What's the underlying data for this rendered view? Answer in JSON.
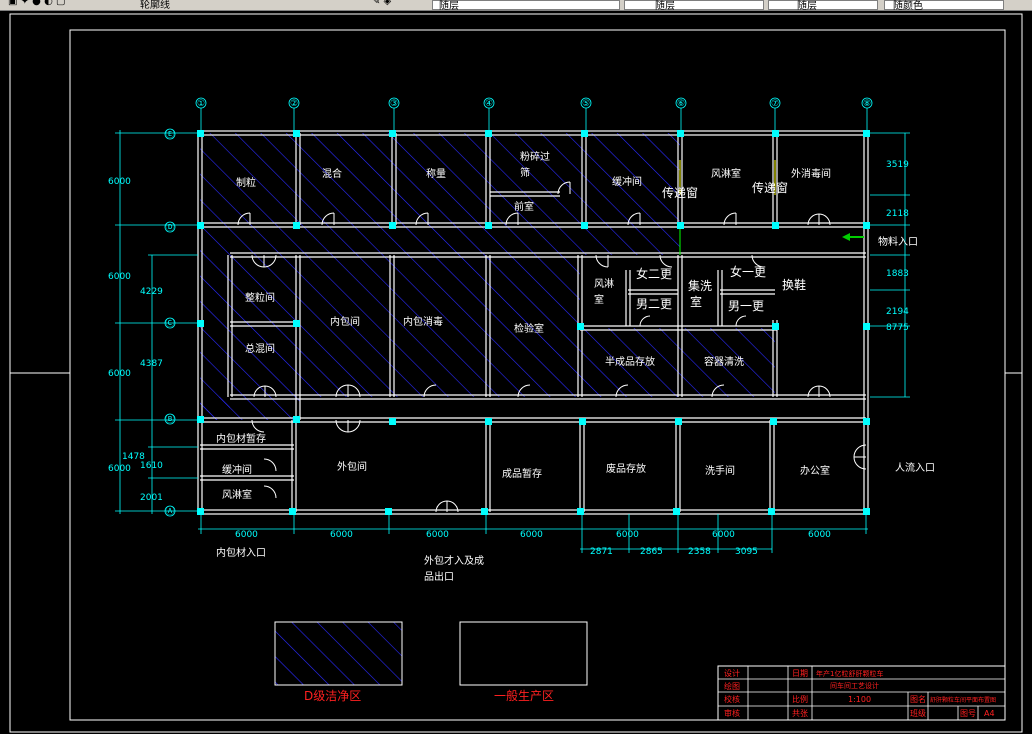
{
  "toolbar": {
    "field1": "随层",
    "field2": "随层",
    "field3": "随层",
    "field4": "随颜色",
    "layer_name": "轮廓线"
  },
  "colors": {
    "background": "#000000",
    "wall": "#ffffff",
    "dimension": "#00ffff",
    "hatch": "#2a2aff",
    "legend_text": "#ff2020",
    "arrow": "#00cc00"
  },
  "axis_labels": [
    "①",
    "②",
    "③",
    "④",
    "⑤",
    "⑥",
    "⑦",
    "⑧"
  ],
  "row_axis_labels": [
    "Ⓔ",
    "Ⓓ",
    "Ⓒ",
    "Ⓑ",
    "Ⓐ"
  ],
  "rooms": {
    "zhili": "制粒",
    "hunhe": "混合",
    "chengliang": "称量",
    "fensui_1": "粉碎过",
    "fensui_2": "筛",
    "qianshi": "前室",
    "huanchong_top": "缓冲间",
    "fenglin_top": "风淋室",
    "waixiaodu": "外消毒间",
    "chuandi_1": "传递窗",
    "chuandi_2": "传递窗",
    "zhengli": "整粒间",
    "zonghun": "总混间",
    "neibao": "内包间",
    "neibao_xiaodu": "内包消毒",
    "jianyan": "检验室",
    "fenglin_mid_1": "风淋",
    "fenglin_mid_2": "室",
    "nv2": "女二更",
    "nan2": "男二更",
    "jiexi_1": "集洗",
    "jiexi_2": "室",
    "nv1": "女一更",
    "nan1": "男一更",
    "huanxie": "换鞋",
    "banchengpin": "半成品存放",
    "rongqi": "容器清洗",
    "neibaocai_zancun": "内包材暂存",
    "huanchong_bot": "缓冲间",
    "fenglin_bot": "风淋室",
    "waibao": "外包间",
    "chengpin": "成品暂存",
    "feipin": "废品存放",
    "xishou": "洗手间",
    "bangong": "办公室"
  },
  "entrances": {
    "wuliao": "物料入口",
    "renliu": "人流入口",
    "neibaocai": "内包材入口",
    "waibaocai_1": "外包才入及成",
    "waibaocai_2": "品出口"
  },
  "dimensions": {
    "left": [
      "6000",
      "6000",
      "6000",
      "6000",
      "4229",
      "4387",
      "1478",
      "1610",
      "2001"
    ],
    "right": [
      "3519",
      "2118",
      "1883",
      "2194",
      "8775"
    ],
    "bottom": [
      "6000",
      "6000",
      "6000",
      "6000",
      "6000",
      "6000",
      "6000"
    ],
    "bottom_sub": [
      "2871",
      "2865",
      "2358",
      "3095"
    ]
  },
  "legend": {
    "clean": "D级洁净区",
    "general": "一般生产区"
  },
  "title_block": {
    "row1": [
      "设计",
      "",
      "日期",
      "年产1亿粒舒肝颗粒车"
    ],
    "row1b": "间车间工艺设计",
    "row2": [
      "绘图"
    ],
    "row3": [
      "校核",
      "",
      "比例",
      "1:100",
      "图名",
      "舒肝颗粒车间平面布置图"
    ],
    "row4": [
      "审核",
      "",
      "共张",
      "",
      "班级",
      "",
      "图号",
      "A4"
    ]
  }
}
